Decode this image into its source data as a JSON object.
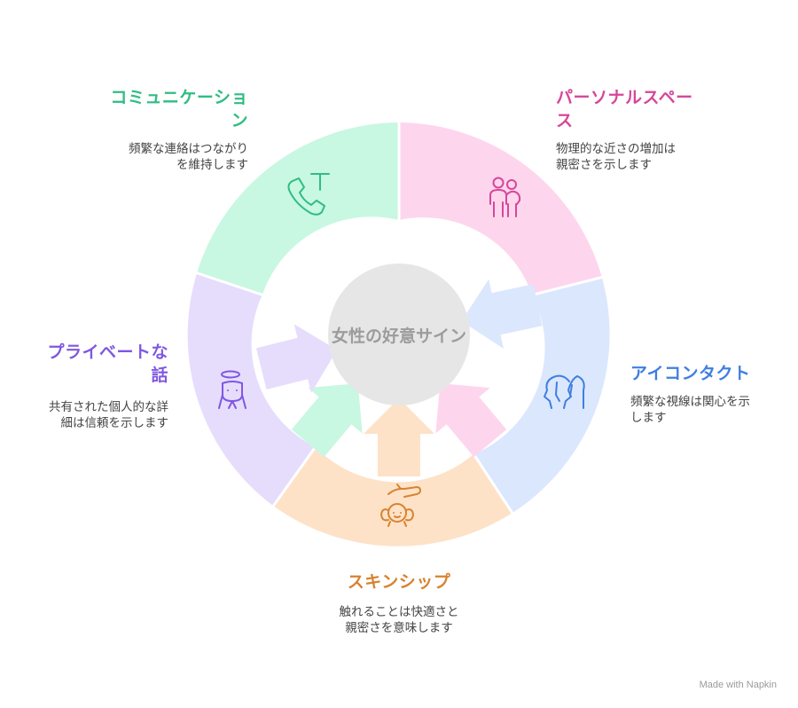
{
  "center": {
    "label": "女性の好意サイン",
    "fill": "#e6e6e6",
    "color": "#9c9c9c"
  },
  "segments": [
    {
      "id": "communication",
      "title": "コミュニケーション",
      "description": "頻繁な連絡はつながりを維持します",
      "fill": "#c8f7e2",
      "arrow": "#c8f7e2",
      "accent": "#2fbd82",
      "icon": "phone-text-icon"
    },
    {
      "id": "personal-space",
      "title": "パーソナルスペース",
      "description": "物理的な近さの増加は親密さを示します",
      "fill": "#fdd6ee",
      "arrow": "#fdd6ee",
      "accent": "#d6479a",
      "icon": "people-icon"
    },
    {
      "id": "eye-contact",
      "title": "アイコンタクト",
      "description": "頻繁な視線は関心を示します",
      "fill": "#dbe7fd",
      "arrow": "#dbe7fd",
      "accent": "#3f7fe0",
      "icon": "faces-icon"
    },
    {
      "id": "skinship",
      "title": "スキンシップ",
      "description": "触れることは快適さと親密さを意味します",
      "fill": "#fde2c8",
      "arrow": "#fde2c8",
      "accent": "#d8822f",
      "icon": "hand-child-icon"
    },
    {
      "id": "private-talk",
      "title": "プライベートな話",
      "description": "共有された個人的な詳細は信頼を示します",
      "fill": "#e6ddfd",
      "arrow": "#e6ddfd",
      "accent": "#7f58e0",
      "icon": "person-halo-icon"
    }
  ],
  "watermark": "Made with  Napkin"
}
